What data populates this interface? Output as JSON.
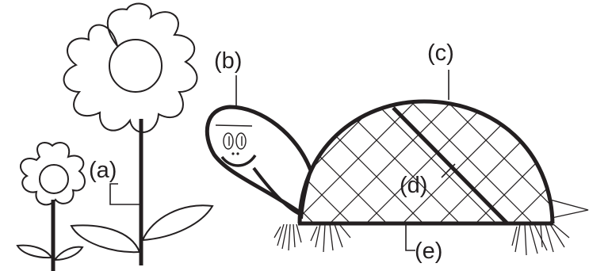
{
  "labels": {
    "a": "(a)",
    "b": "(b)",
    "c": "(c)",
    "d": "(d)",
    "e": "(e)"
  },
  "colors": {
    "ink": "#231f20",
    "background": "#ffffff"
  }
}
